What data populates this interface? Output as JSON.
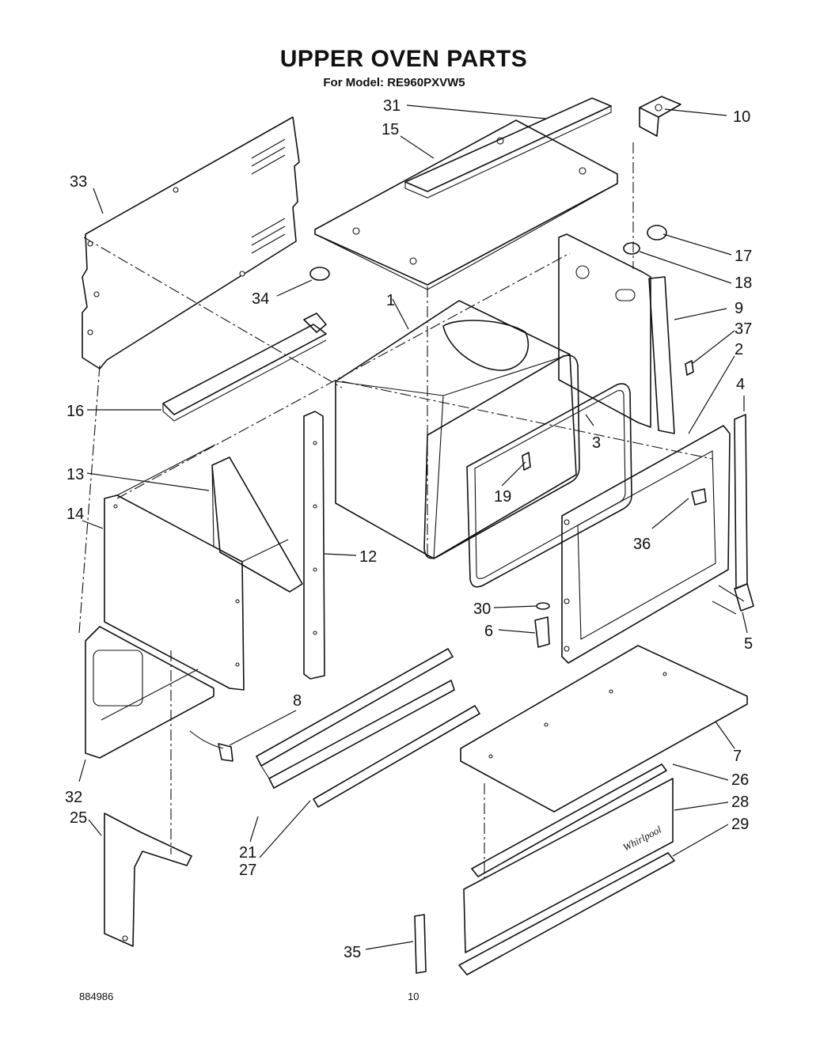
{
  "title": "UPPER OVEN PARTS",
  "subtitle": "For Model: RE960PXVW5",
  "footer": {
    "doc_number": "884986",
    "page_number": "10"
  },
  "brand_mark": "Whirlpool",
  "callouts": {
    "c1": "1",
    "c2": "2",
    "c3": "3",
    "c4": "4",
    "c5": "5",
    "c6": "6",
    "c7": "7",
    "c8": "8",
    "c9": "9",
    "c10": "10",
    "c12": "12",
    "c13": "13",
    "c14": "14",
    "c15": "15",
    "c16": "16",
    "c17": "17",
    "c18": "18",
    "c19": "19",
    "c21": "21",
    "c25": "25",
    "c26": "26",
    "c27": "27",
    "c28": "28",
    "c29": "29",
    "c30": "30",
    "c31": "31",
    "c32": "32",
    "c33": "33",
    "c34": "34",
    "c35": "35",
    "c36": "36",
    "c37": "37"
  }
}
